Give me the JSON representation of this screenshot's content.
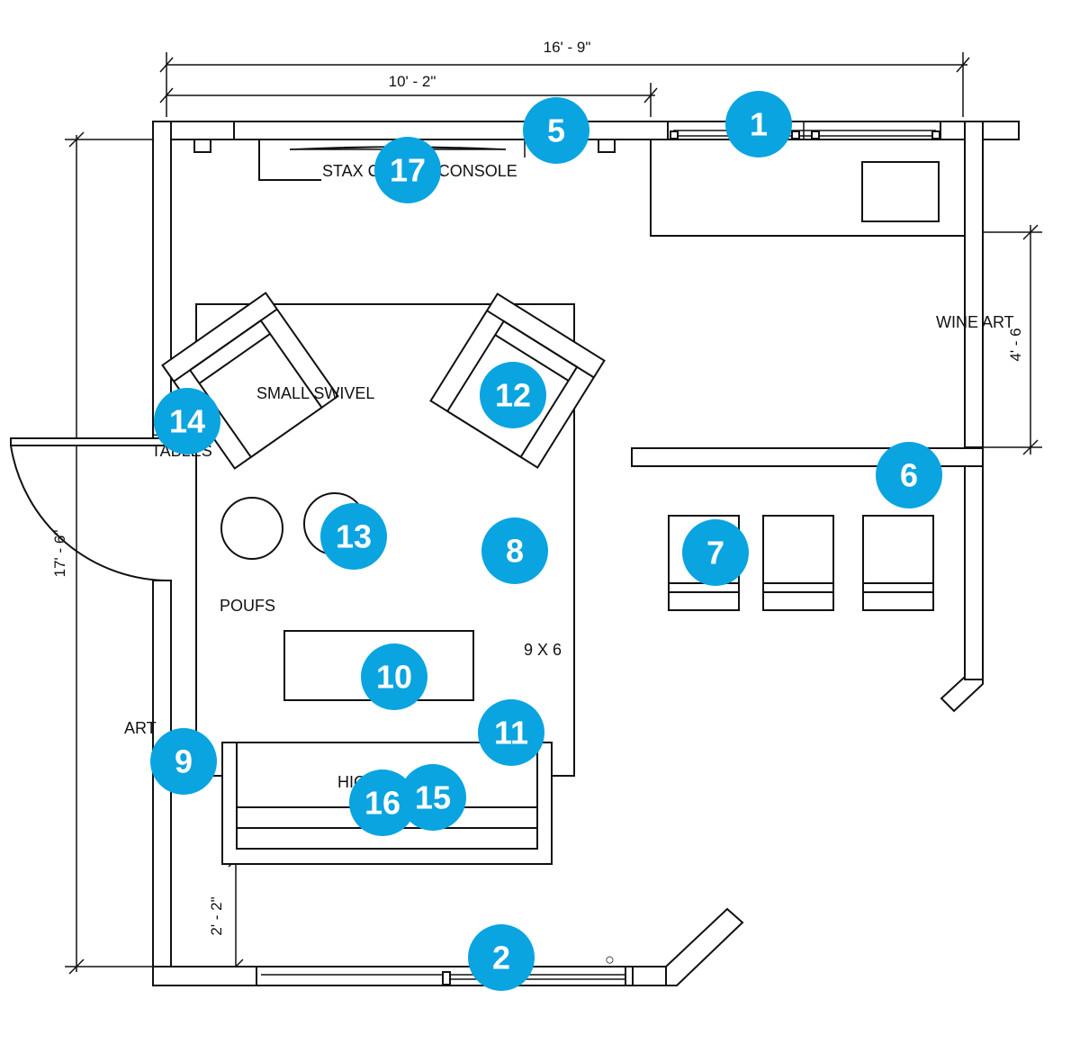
{
  "dimensions": {
    "overall_width": "16' - 9\"",
    "partial_width": "10' - 2\"",
    "overall_height": "17' - 6\"",
    "right_height": "4' - 6",
    "bottom_offset": "2' - 2\""
  },
  "labels": {
    "console": "STAX CABANA CONSOLE",
    "wine_art": "WINE ART",
    "swivel": "SMALL SWIVEL",
    "tables_line1": "D",
    "tables_line2": "TABLES",
    "poufs": "POUFS",
    "rug_size": "9 X 6",
    "art": "ART",
    "sofa": "HIGH SO"
  },
  "markers": {
    "m1": "1",
    "m2": "2",
    "m5": "5",
    "m6": "6",
    "m7": "7",
    "m8": "8",
    "m9": "9",
    "m10": "10",
    "m11": "11",
    "m12": "12",
    "m13": "13",
    "m14": "14",
    "m15": "15",
    "m16": "16",
    "m17": "17"
  },
  "colors": {
    "marker": "#0aa4e0",
    "line": "#111111"
  }
}
